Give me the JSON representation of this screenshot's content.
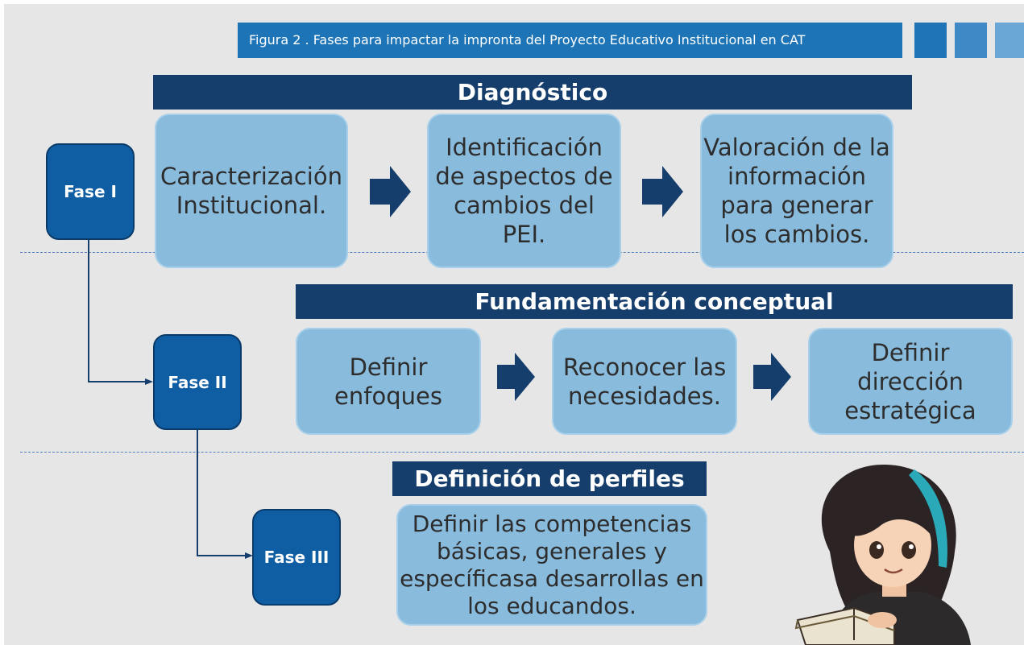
{
  "caption": "Figura 2 . Fases para impactar la impronta del Proyecto Educativo Institucional en CAT",
  "colors": {
    "background": "#e6e6e6",
    "caption": "#1d74b6",
    "header": "#163e6c",
    "box": "#89bbdd",
    "phase": "#0f5da3",
    "arrow": "#163e6c",
    "squares": [
      "#1f74b8",
      "#3f8ac6",
      "#6aa7d6"
    ]
  },
  "phases": [
    {
      "label": "Fase I",
      "title": "Diagnóstico",
      "steps": [
        "Caracterización\nInstitucional.",
        "Identificación\nde aspectos de\ncambios del\nPEI.",
        "Valoración de la\ninformación\npara generar\nlos cambios."
      ]
    },
    {
      "label": "Fase II",
      "title": "Fundamentación conceptual",
      "steps": [
        "Definir\nenfoques",
        "Reconocer las\nnecesidades.",
        "Definir\ndirección\nestratégica"
      ]
    },
    {
      "label": "Fase III",
      "title": "Definición de perfiles",
      "steps": [
        "Definir las competencias\nbásicas, generales y\nespecíficasa desarrollas en\nlos educandos."
      ]
    }
  ],
  "illustration": "girl-reading-book"
}
